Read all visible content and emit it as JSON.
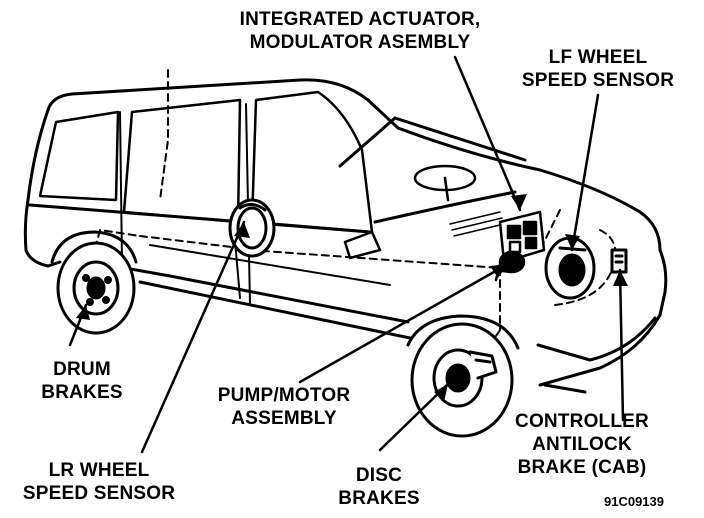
{
  "colors": {
    "ink": "#000000",
    "paper": "#ffffff"
  },
  "labels": {
    "actuator": {
      "line1": "INTEGRATED ACTUATOR,",
      "line2": "MODULATOR ASEMBLY"
    },
    "lf_sensor": {
      "line1": "LF WHEEL",
      "line2": "SPEED SENSOR"
    },
    "drum": {
      "line1": "DRUM",
      "line2": "BRAKES"
    },
    "pump": {
      "line1": "PUMP/MOTOR",
      "line2": "ASSEMBLY"
    },
    "controller": {
      "line1": "CONTROLLER",
      "line2": "ANTILOCK",
      "line3": "BRAKE (CAB)"
    },
    "lr_sensor": {
      "line1": "LR WHEEL",
      "line2": "SPEED SENSOR"
    },
    "disc": {
      "line1": "DISC",
      "line2": "BRAKES"
    },
    "figure_id": "91C09139"
  }
}
